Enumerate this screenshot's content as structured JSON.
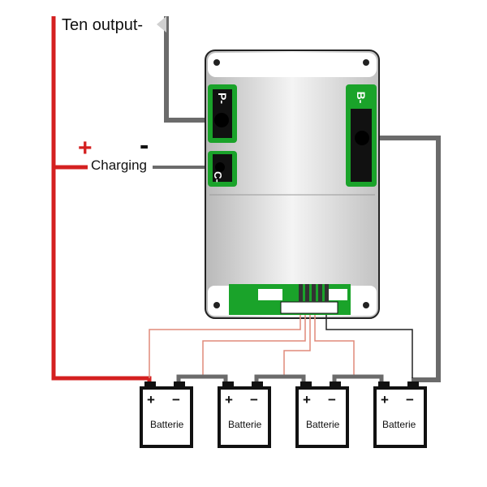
{
  "labels": {
    "output": "Ten output-",
    "charging": "Charging",
    "plus_sign": "+",
    "minus_sign": "-"
  },
  "board": {
    "left_top_terminal": "P-",
    "left_bottom_terminal": "C-",
    "right_terminal": "B-"
  },
  "batteries": [
    {
      "label": "Batterie",
      "plus": "+",
      "minus": "−"
    },
    {
      "label": "Batterie",
      "plus": "+",
      "minus": "−"
    },
    {
      "label": "Batterie",
      "plus": "+",
      "minus": "−"
    },
    {
      "label": "Batterie",
      "plus": "+",
      "minus": "−"
    }
  ],
  "colors": {
    "positive_wire": "#d42020",
    "negative_wire": "#6b6b6b",
    "balance_wire": "#e08a7a",
    "pcb_green": "#1aa32a"
  }
}
